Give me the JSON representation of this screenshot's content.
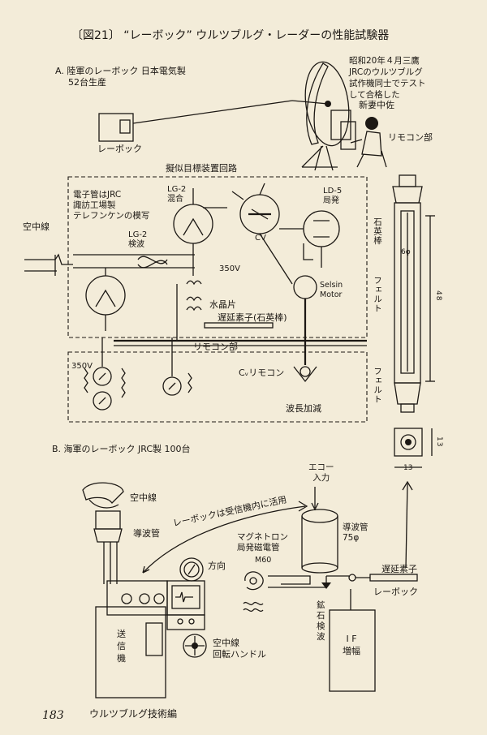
{
  "figure_title": "〔図21〕 “レーボック” ウルツブルグ・レーダーの性能試験器",
  "section_a": {
    "heading": "A. 陸軍のレーボック 日本電気製",
    "heading_line2": "52台生産",
    "note": [
      "昭和20年４月三鷹",
      "JRCのウルツブルグ",
      "試作機同士でテスト",
      "して合格した"
    ],
    "person": "新妻中佐",
    "remote_unit": "リモコン部",
    "device": "レーボック",
    "circuit_title": "擬似目標装置回路",
    "tube_note": [
      "電子管はJRC",
      "諏訪工場製",
      "テレフンケンの模写"
    ],
    "antenna": "空中線",
    "lg2_mixer": [
      "LG-2",
      "混合"
    ],
    "ld5": [
      "LD-5",
      "局発"
    ],
    "lg2_detect": [
      "LG-2",
      "検波"
    ],
    "cv": "CV",
    "v350_top": "350V",
    "selsin": [
      "Selsin",
      "Motor"
    ],
    "crystal": "水晶片",
    "delay": "遅延素子(石英棒)",
    "remote_box": "リモコン部",
    "v350_bottom": "350V",
    "cv_remote": "Cᵥリモコン",
    "wavelength": "波長加減",
    "quartz": "石英棒",
    "felt1": "フェルト",
    "felt2": "フェルト",
    "dim_6": "6φ",
    "dim_48": "48",
    "dim_13_v": "13",
    "dim_13_h": "13"
  },
  "section_b": {
    "heading": "B. 海軍のレーボック JRC製 100台",
    "antenna": "空中線",
    "waveguide_left": "導波管",
    "curved_label": "レーボックは受信機内に活用",
    "echo": [
      "エコー",
      "入力"
    ],
    "waveguide_right": [
      "導波管",
      "75φ"
    ],
    "magnetron": [
      "マグネトロン",
      "局発磁電管"
    ],
    "m60": "M60",
    "direction": "方向",
    "delay_element": "遅延素子",
    "rebock": "レーボック",
    "transmitter": [
      "送",
      "信",
      "機"
    ],
    "crystal_det": [
      "鉱",
      "石",
      "検",
      "波"
    ],
    "if_amp": [
      "I F",
      "増幅"
    ],
    "antenna_handle": [
      "空中線",
      "回転ハンドル"
    ]
  },
  "footer": {
    "page_number": "183",
    "book_title": "ウルツブルグ技術編"
  }
}
